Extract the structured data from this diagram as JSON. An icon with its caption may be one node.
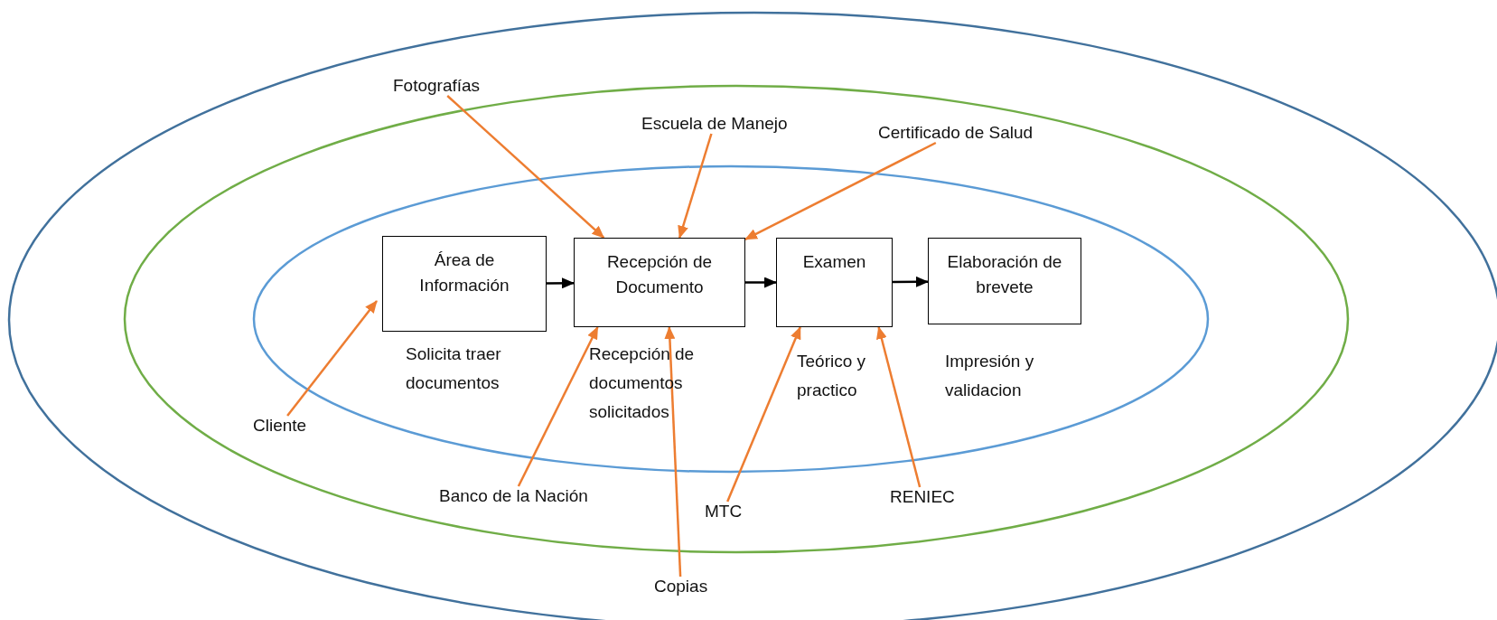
{
  "diagram": {
    "nodes": [
      {
        "text": [
          "Área de Información"
        ],
        "beside": [
          "Solicita traer documentos"
        ]
      },
      {
        "text": [
          "Recepción de Documento"
        ],
        "beside": [
          "Recepción de documentos solicitados"
        ]
      },
      {
        "text": [
          "Examen"
        ],
        "beside": [
          "Teórico y practico"
        ]
      },
      {
        "text": [
          "Elaboración de brevete"
        ],
        "beside": [
          "Impresión y validacion"
        ]
      },
      {
        "text": [
          "Fotografías"
        ]
      },
      {
        "text": [
          "Escuela de Manejo"
        ]
      },
      {
        "text": [
          "Certificado de Salud"
        ]
      },
      {
        "text": [
          "Cliente"
        ]
      },
      {
        "text": [
          "Banco de la Nación"
        ]
      },
      {
        "text": [
          "Copias"
        ]
      },
      {
        "text": [
          "MTC"
        ]
      },
      {
        "text": [
          "RENIEC"
        ]
      }
    ],
    "edges": [
      {
        "from": 0,
        "to": 1,
        "arrow": "to",
        "color": "#000000"
      },
      {
        "from": 1,
        "to": 2,
        "arrow": "to",
        "color": "#000000"
      },
      {
        "from": 2,
        "to": 3,
        "arrow": "to",
        "color": "#000000"
      },
      {
        "from": 7,
        "to": 0,
        "arrow": "to",
        "color": "#ed7d31"
      },
      {
        "from": 4,
        "to": 1,
        "arrow": "to",
        "color": "#ed7d31"
      },
      {
        "from": 5,
        "to": 1,
        "arrow": "to",
        "color": "#ed7d31"
      },
      {
        "from": 6,
        "to": 1,
        "arrow": "to",
        "color": "#ed7d31"
      },
      {
        "from": 8,
        "to": 1,
        "arrow": "to",
        "color": "#ed7d31"
      },
      {
        "from": 9,
        "to": 1,
        "arrow": "to",
        "color": "#ed7d31"
      },
      {
        "from": 10,
        "to": 2,
        "arrow": "to",
        "color": "#ed7d31"
      },
      {
        "from": 11,
        "to": 2,
        "arrow": "to",
        "color": "#ed7d31"
      }
    ]
  }
}
